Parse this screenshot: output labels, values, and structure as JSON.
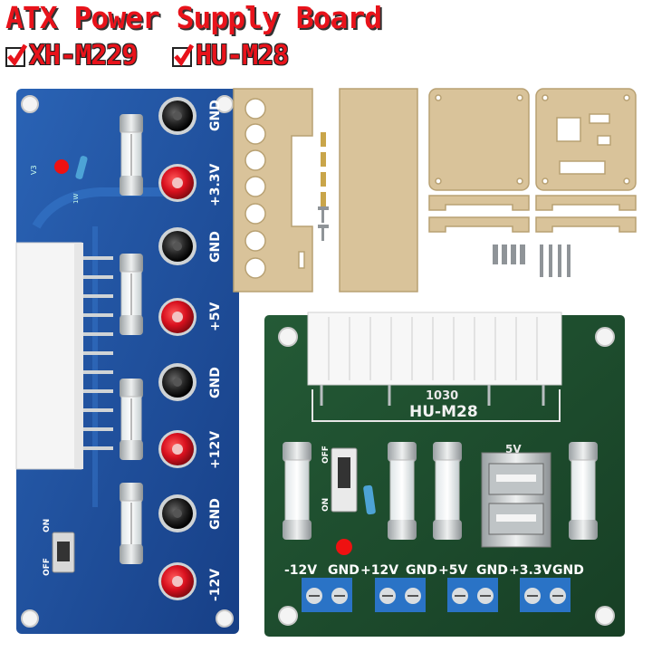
{
  "title": "ATX Power Supply Board",
  "models": [
    {
      "name": "XH-M229",
      "checked": true
    },
    {
      "name": "HU-M28",
      "checked": true
    }
  ],
  "blue_board": {
    "terminal_labels": [
      "GND",
      "+3.3V",
      "GND",
      "+5V",
      "GND",
      "+12V",
      "GND",
      "-12V"
    ],
    "switch_labels": [
      "ON",
      "OFF"
    ],
    "pcb_text": [
      "V3",
      "1W"
    ],
    "colors": {
      "pcb": "#1f4f9a",
      "red_post": "#d8101e",
      "black_post": "#1a1a1a"
    }
  },
  "green_board": {
    "silk_model": "HU-M28",
    "silk_code": "1030",
    "usb_label": "5V",
    "switch_labels": [
      "ON",
      "OFF"
    ],
    "output_labels": [
      "-12V",
      "GND",
      "+12V",
      "GND",
      "+5V",
      "GND",
      "+3.3V",
      "GND"
    ],
    "colors": {
      "pcb": "#1d4a2c",
      "terminal": "#2a73c6"
    }
  },
  "acrylic_case": {
    "color": "#d9c39a"
  }
}
